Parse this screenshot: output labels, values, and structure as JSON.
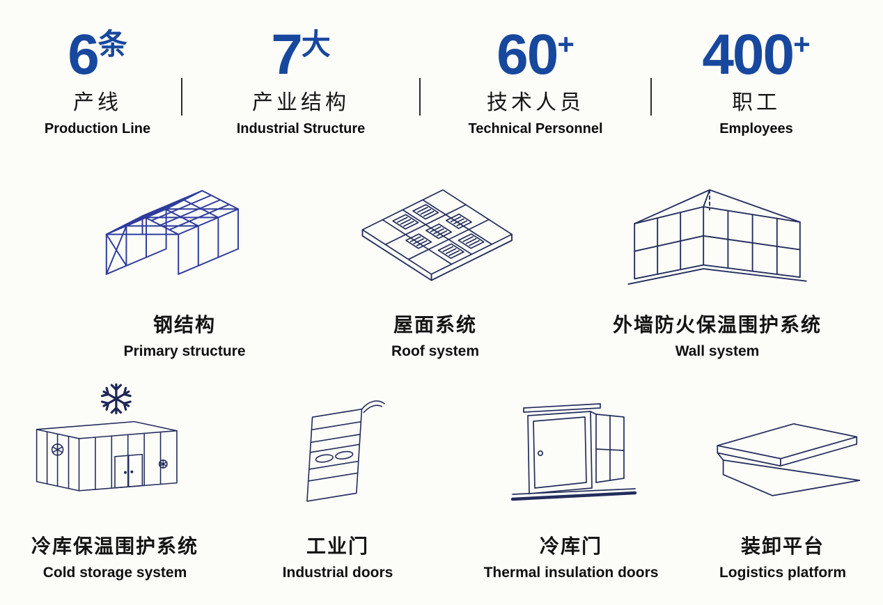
{
  "colors": {
    "accent": "#17489e",
    "ink": "#232d5c",
    "background": "#fcfcf9"
  },
  "stats": [
    {
      "value": "6",
      "suffix": "条",
      "label_cn": "产线",
      "label_en": "Production Line"
    },
    {
      "value": "7",
      "suffix": "大",
      "label_cn": "产业结构",
      "label_en": "Industrial Structure"
    },
    {
      "value": "60",
      "suffix": "+",
      "label_cn": "技术人员",
      "label_en": "Technical Personnel"
    },
    {
      "value": "400",
      "suffix": "+",
      "label_cn": "职工",
      "label_en": "Employees"
    }
  ],
  "products": {
    "row1": [
      {
        "name_cn": "钢结构",
        "name_en": "Primary structure",
        "icon": "steel-structure-icon"
      },
      {
        "name_cn": "屋面系统",
        "name_en": "Roof system",
        "icon": "roof-system-icon"
      },
      {
        "name_cn": "外墙防火保温围护系统",
        "name_en": "Wall system",
        "icon": "wall-system-icon"
      }
    ],
    "row2": [
      {
        "name_cn": "冷库保温围护系统",
        "name_en": "Cold storage system",
        "icon": "cold-storage-icon"
      },
      {
        "name_cn": "工业门",
        "name_en": "Industrial doors",
        "icon": "industrial-door-icon"
      },
      {
        "name_cn": "冷库门",
        "name_en": "Thermal insulation doors",
        "icon": "thermal-insulation-door-icon"
      },
      {
        "name_cn": "装卸平台",
        "name_en": "Logistics platform",
        "icon": "loading-platform-icon"
      }
    ]
  }
}
